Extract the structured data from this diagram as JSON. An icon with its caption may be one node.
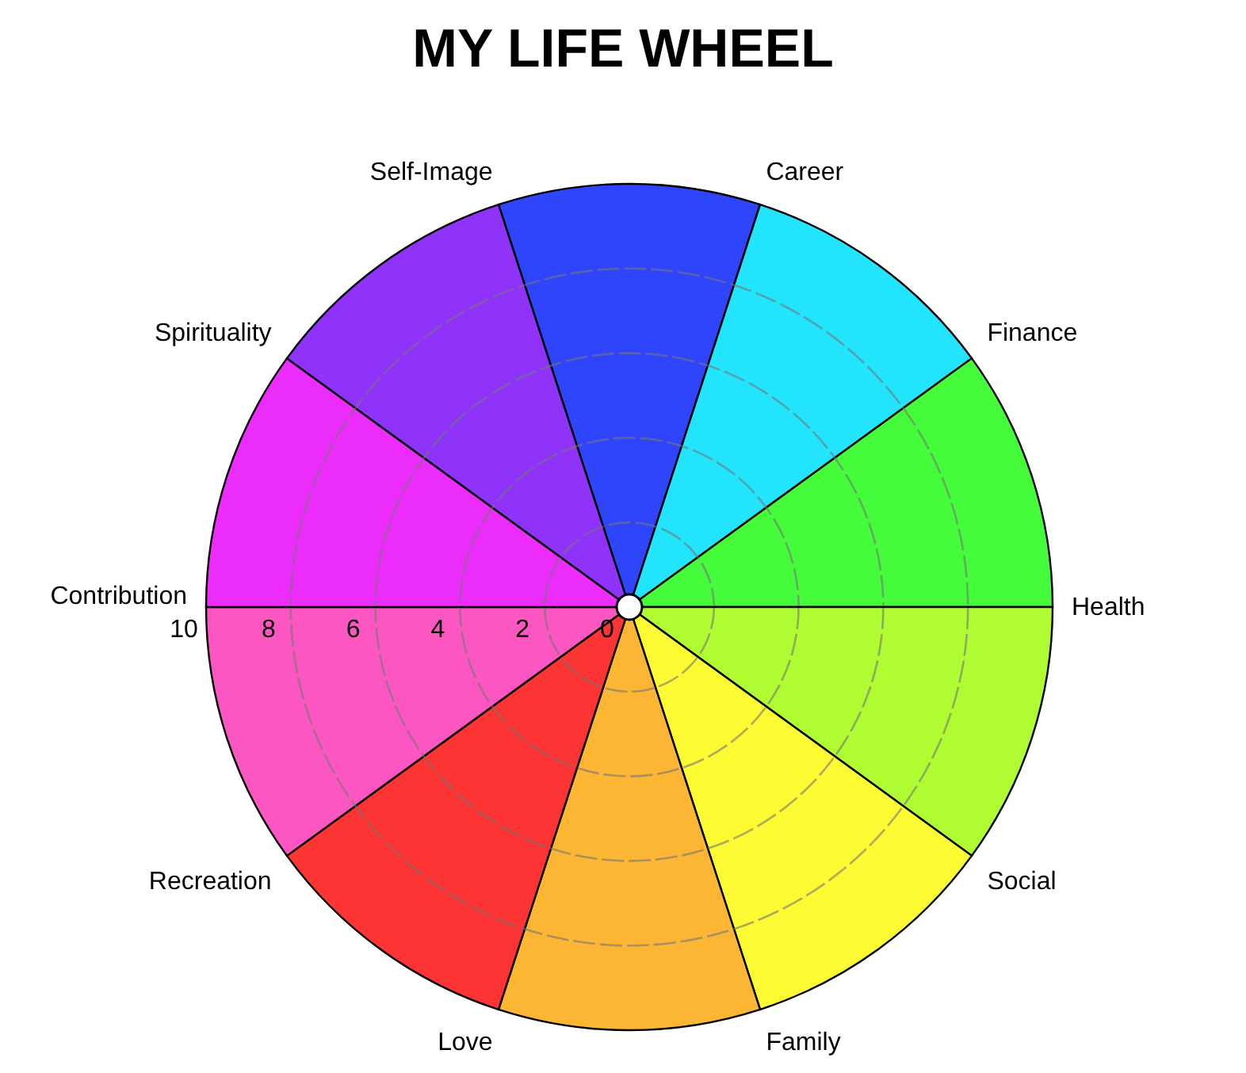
{
  "diagram": {
    "title": "MY LIFE WHEEL",
    "nodes": [
      {
        "text": [
          "Self-Image"
        ]
      },
      {
        "text": [
          "Career"
        ]
      },
      {
        "text": [
          "Finance"
        ]
      },
      {
        "text": [
          "Health"
        ]
      },
      {
        "text": [
          "Social"
        ]
      },
      {
        "text": [
          "Family"
        ]
      },
      {
        "text": [
          "Love"
        ]
      },
      {
        "text": [
          "Recreation"
        ]
      },
      {
        "text": [
          "Contribution"
        ]
      },
      {
        "text": [
          "Spirituality"
        ]
      }
    ],
    "edges": [],
    "labels": [
      "10",
      "8",
      "6",
      "4",
      "2",
      "0"
    ]
  }
}
